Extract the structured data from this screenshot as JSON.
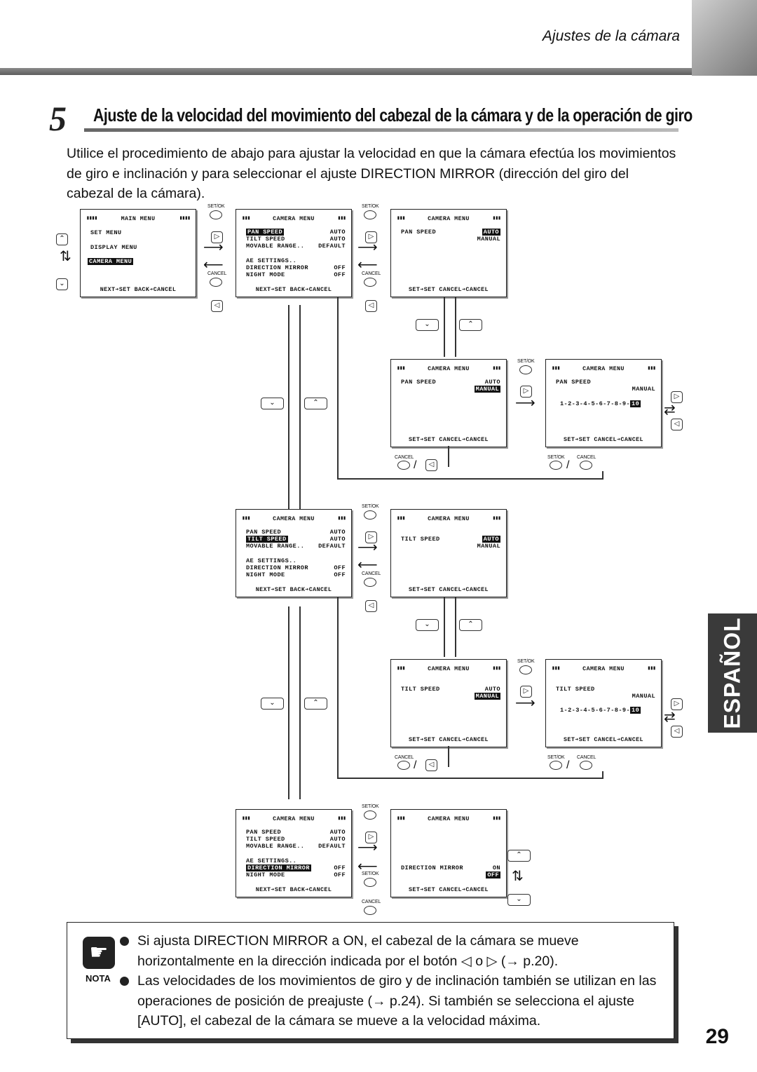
{
  "header": {
    "title": "Ajustes de la cámara"
  },
  "section": {
    "number": "5",
    "title": "Ajuste de la velocidad del movimiento del cabezal de la cámara y de la operación de giro"
  },
  "intro": "Utilice el procedimiento de abajo para ajustar la velocidad en que la cámara efectúa los movimientos de giro e inclinación y para seleccionar el ajuste DIRECTION MIRROR (dirección del giro del cabezal de la cámara).",
  "labels": {
    "setok": "SET/OK",
    "cancel": "CANCEL",
    "slash": "/"
  },
  "main_menu": {
    "title": "MAIN MENU",
    "blocks": "▮▮▮▮",
    "items": [
      "SET MENU",
      "DISPLAY MENU",
      "CAMERA MENU"
    ],
    "footer": "NEXT➔SET  BACK➔CANCEL"
  },
  "camera_menu": {
    "title": "CAMERA MENU",
    "blocks": "▮▮▮",
    "items": [
      {
        "label": "PAN SPEED",
        "value": "AUTO"
      },
      {
        "label": "TILT SPEED",
        "value": "AUTO"
      },
      {
        "label": "MOVABLE RANGE..",
        "value": "DEFAULT"
      },
      {
        "label": "AE SETTINGS..",
        "value": ""
      },
      {
        "label": "DIRECTION MIRROR",
        "value": "OFF"
      },
      {
        "label": "NIGHT MODE",
        "value": "OFF"
      }
    ],
    "footer": "NEXT➔SET  BACK➔CANCEL"
  },
  "sub": {
    "pan": "PAN SPEED",
    "tilt": "TILT SPEED",
    "auto": "AUTO",
    "manual": "MANUAL",
    "scale": "1-2-3-4-5-6-7-8-9-",
    "scale_hl": "10",
    "footer": "SET➔SET CANCEL➔CANCEL",
    "dir": "DIRECTION MIRROR",
    "on": "ON",
    "off": "OFF"
  },
  "side_tab": "ESPAÑOL",
  "note": {
    "label": "NOTA",
    "b1": "Si ajusta DIRECTION MIRROR a ON, el cabezal de la cámara se mueve horizontalmente en la dirección indicada por el botón ◁ o ▷ (→ p.20).",
    "b2": "Las velocidades de los movimientos de giro y de inclinación también se utilizan en las operaciones de posición de preajuste (→ p.24). Si también se selecciona el ajuste [AUTO], el cabezal de la cámara se mueve a la velocidad máxima."
  },
  "page_number": "29"
}
